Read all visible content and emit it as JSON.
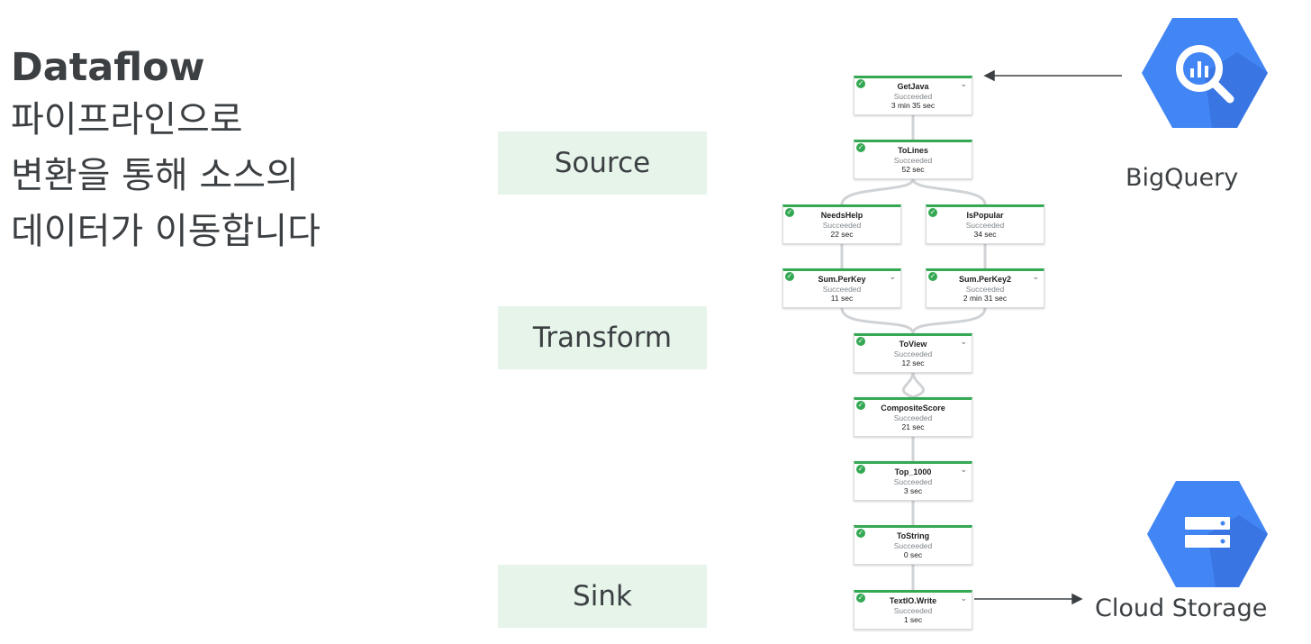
{
  "title": {
    "line1": "Dataflow",
    "line2": "파이프라인으로",
    "line3": "변환을 통해 소스의",
    "line4": "데이터가 이동합니다"
  },
  "stages": {
    "source": "Source",
    "transform": "Transform",
    "sink": "Sink"
  },
  "services": {
    "bigquery": "BigQuery",
    "cloud_storage": "Cloud Storage"
  },
  "colors": {
    "success_green": "#34a853",
    "stage_bg": "#e6f4ea",
    "bigquery_blue": "#4285f4",
    "storage_blue": "#4285f4"
  },
  "pipeline": {
    "nodes": [
      {
        "id": "getjava",
        "name": "GetJava",
        "status": "Succeeded",
        "duration": "3 min 35 sec",
        "expandable": true
      },
      {
        "id": "tolines",
        "name": "ToLines",
        "status": "Succeeded",
        "duration": "52 sec",
        "expandable": false
      },
      {
        "id": "needshelp",
        "name": "NeedsHelp",
        "status": "Succeeded",
        "duration": "22 sec",
        "expandable": false
      },
      {
        "id": "ispopular",
        "name": "IsPopular",
        "status": "Succeeded",
        "duration": "34 sec",
        "expandable": false
      },
      {
        "id": "sumperkey",
        "name": "Sum.PerKey",
        "status": "Succeeded",
        "duration": "11 sec",
        "expandable": true
      },
      {
        "id": "sumperkey2",
        "name": "Sum.PerKey2",
        "status": "Succeeded",
        "duration": "2 min 31 sec",
        "expandable": true
      },
      {
        "id": "toview",
        "name": "ToView",
        "status": "Succeeded",
        "duration": "12 sec",
        "expandable": true
      },
      {
        "id": "compositescore",
        "name": "CompositeScore",
        "status": "Succeeded",
        "duration": "21 sec",
        "expandable": false
      },
      {
        "id": "top1000",
        "name": "Top_1000",
        "status": "Succeeded",
        "duration": "3 sec",
        "expandable": true
      },
      {
        "id": "tostring",
        "name": "ToString",
        "status": "Succeeded",
        "duration": "0 sec",
        "expandable": false
      },
      {
        "id": "textiowrite",
        "name": "TextIO.Write",
        "status": "Succeeded",
        "duration": "1 sec",
        "expandable": true
      }
    ]
  }
}
